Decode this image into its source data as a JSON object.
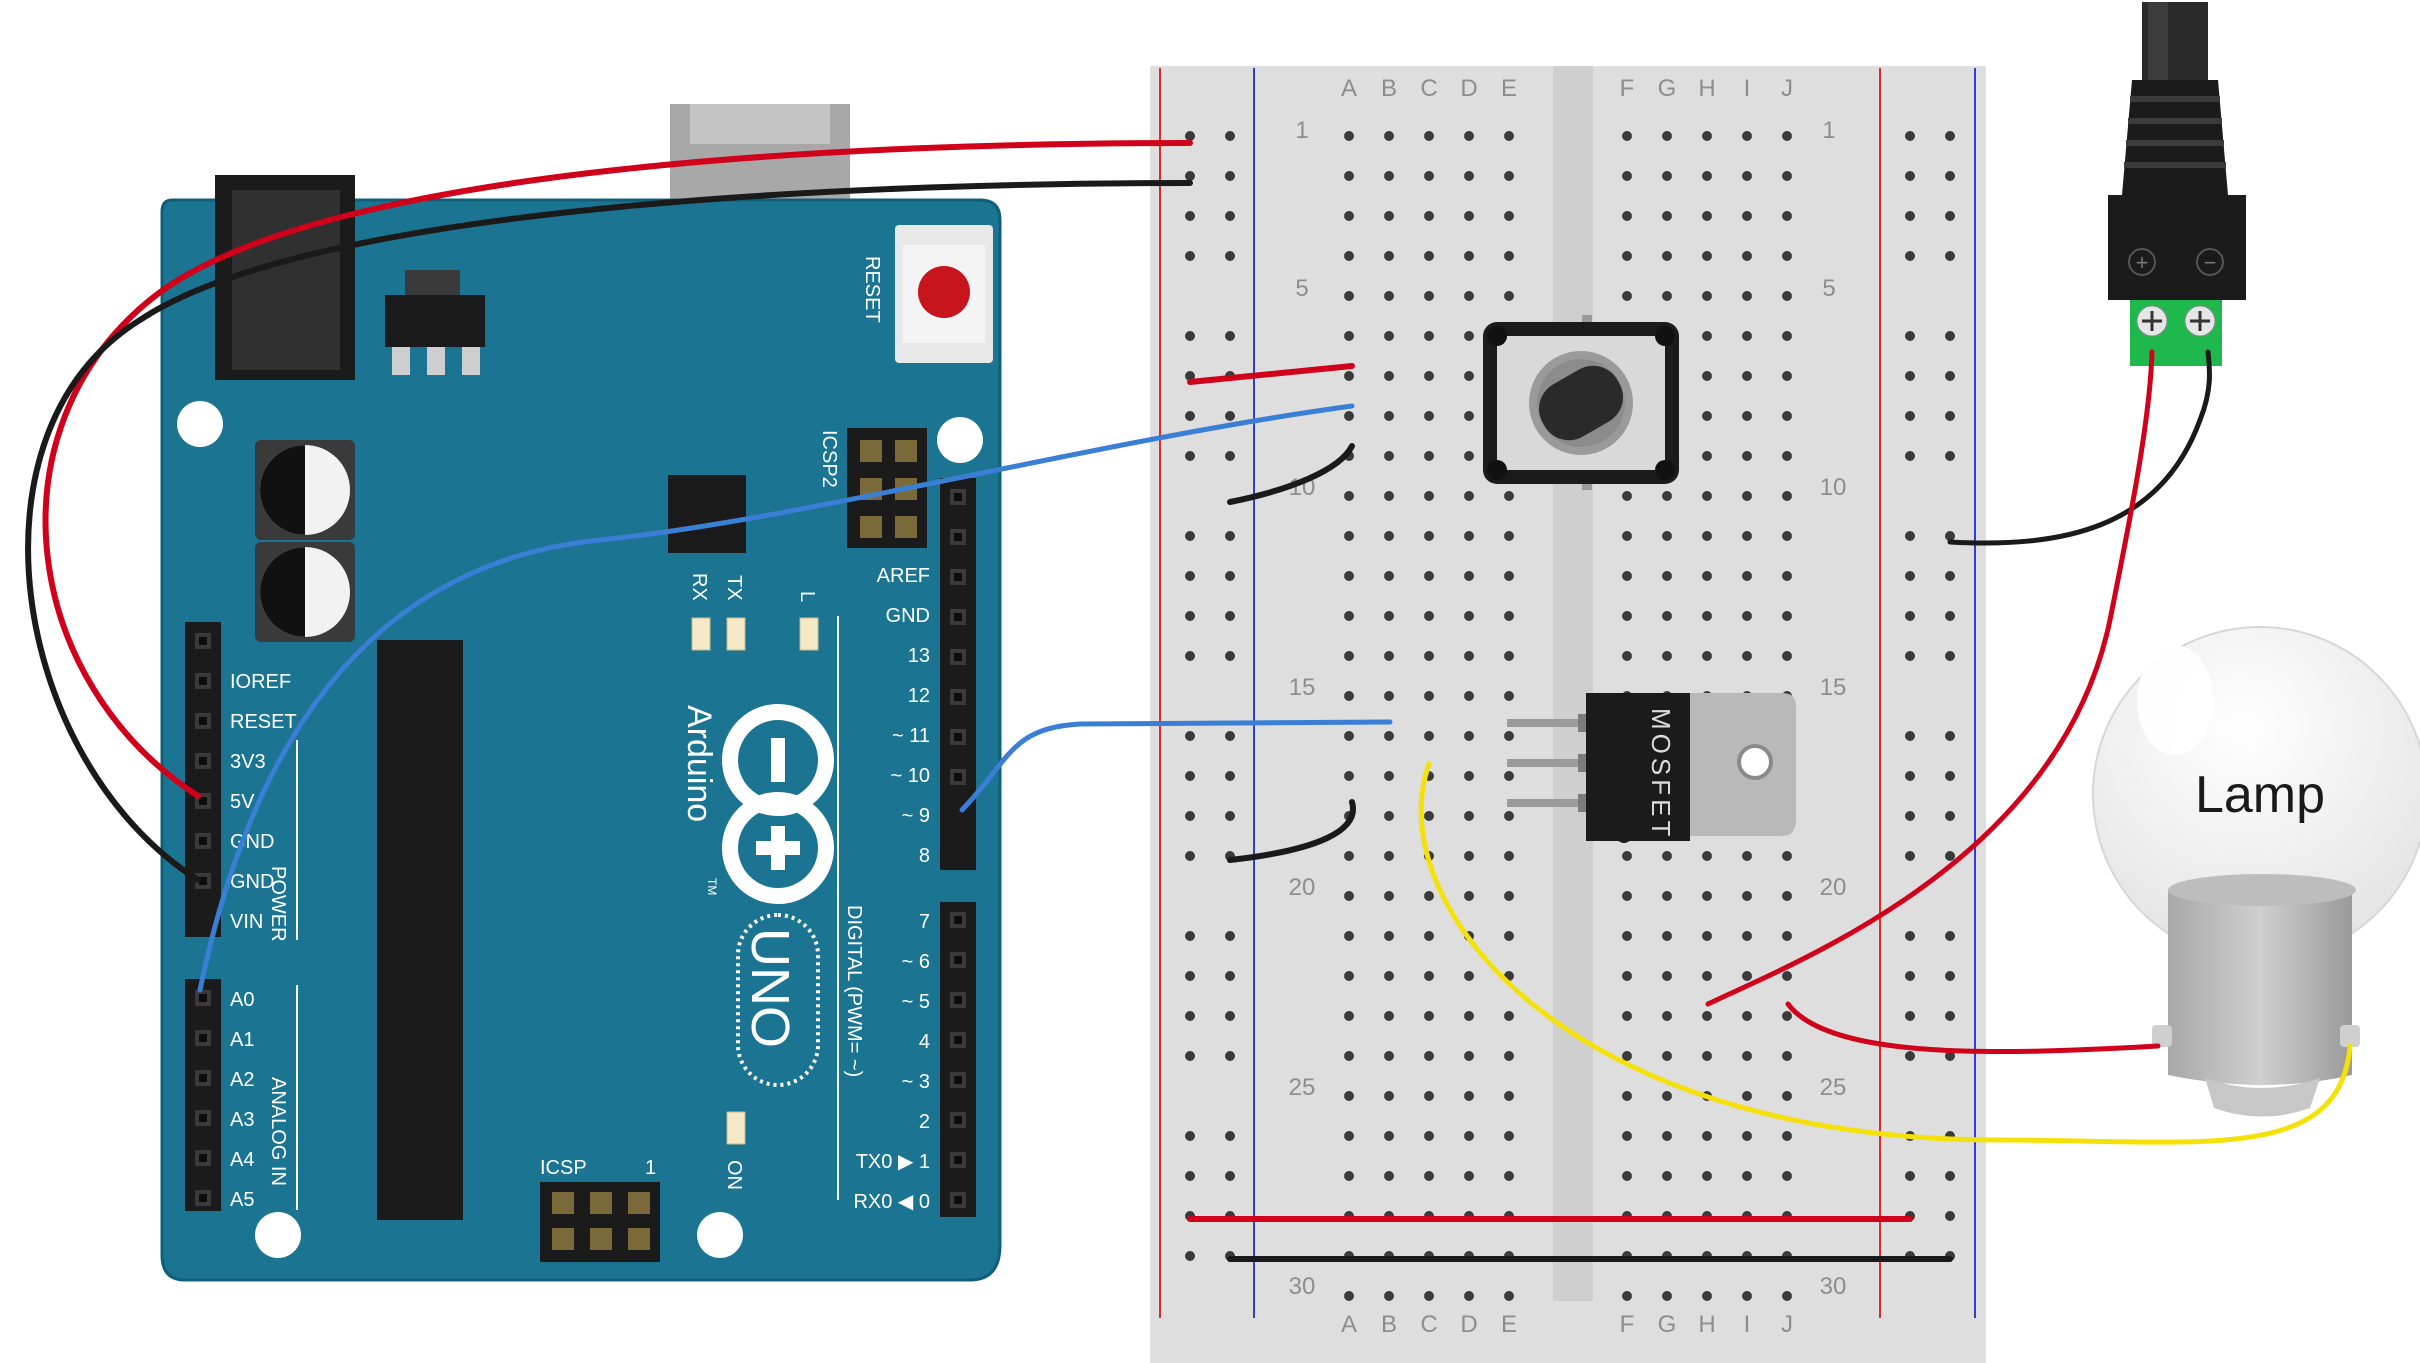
{
  "arduino": {
    "brand": "Arduino",
    "model": "UNO",
    "tm": "TM",
    "reset_label": "RESET",
    "icsp2_label": "ICSP2",
    "icsp_label": "ICSP",
    "icsp_pin1": "1",
    "led_labels": {
      "tx": "TX",
      "rx": "RX",
      "l": "L",
      "on": "ON"
    },
    "power_header_title": "POWER",
    "analog_header_title": "ANALOG IN",
    "digital_header_title": "DIGITAL (PWM= ~)",
    "power_pins": [
      "IOREF",
      "RESET",
      "3V3",
      "5V",
      "GND",
      "GND",
      "VIN"
    ],
    "analog_pins": [
      "A0",
      "A1",
      "A2",
      "A3",
      "A4",
      "A5"
    ],
    "digital_top_pins": [
      "AREF",
      "GND",
      "13",
      "12",
      "~ 11",
      "~ 10",
      "~ 9",
      "8"
    ],
    "digital_bottom_pins": [
      "7",
      "~ 6",
      "~ 5",
      "4",
      "~ 3",
      "2",
      "TX0 ▶ 1",
      "RX0 ◀ 0"
    ]
  },
  "breadboard": {
    "columns_left": [
      "A",
      "B",
      "C",
      "D",
      "E"
    ],
    "columns_right": [
      "F",
      "G",
      "H",
      "I",
      "J"
    ],
    "row_numbers": [
      "1",
      "5",
      "10",
      "15",
      "20",
      "25",
      "30"
    ]
  },
  "mosfet": {
    "label": "MOSFET"
  },
  "power_jack": {
    "plus": "+",
    "minus": "−"
  },
  "lamp": {
    "label": "Lamp"
  },
  "colors": {
    "board": "#1b7592",
    "board_edge": "#0f5f78",
    "breadboard": "#dedede",
    "wire_red": "#d0021b",
    "wire_black": "#1a1a1a",
    "wire_blue": "#3a7fd5",
    "wire_yellow": "#f5e10a",
    "rail_red": "#e02b2b",
    "rail_blue": "#2b3fd6",
    "terminal_green": "#1fb84c"
  }
}
